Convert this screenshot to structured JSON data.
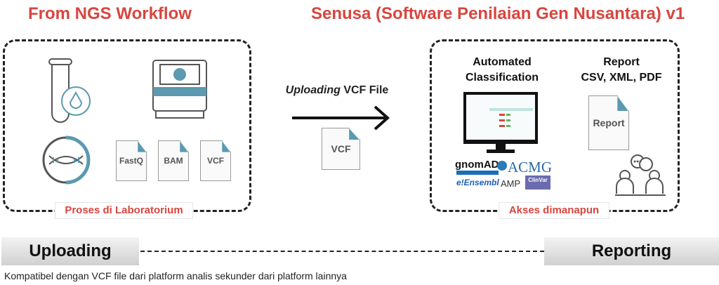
{
  "left": {
    "title": "From NGS Workflow",
    "files": [
      "FastQ",
      "BAM",
      "VCF"
    ],
    "tag": "Proses di Laboratorium"
  },
  "middle": {
    "upload_em": "Uploading",
    "upload_rest": " VCF File",
    "file": "VCF"
  },
  "right": {
    "title": "Senusa (Software Penilaian Gen Nusantara) v1",
    "classification_heading": [
      "Automated",
      "Classification"
    ],
    "report_heading": [
      "Report",
      "CSV, XML, PDF"
    ],
    "report_doc": "Report",
    "logos": [
      "gnomAD",
      "ACMG",
      "Ensembl",
      "AMP",
      "ClinVar"
    ],
    "tag": "Akses dimanapun"
  },
  "bottom": {
    "uploading": "Uploading",
    "reporting": "Reporting",
    "footnote": "Kompatibel dengan VCF file dari platform analis sekunder dari platform lainnya"
  },
  "colors": {
    "accent": "#d9453f",
    "teal": "#5b9ab0"
  }
}
